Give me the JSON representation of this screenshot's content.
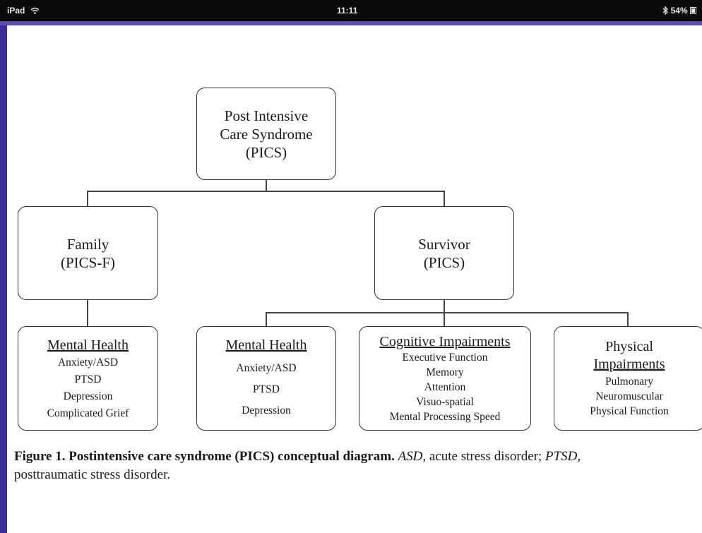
{
  "status_bar": {
    "device": "iPad",
    "wifi_icon": "wifi-icon",
    "time": "11:11",
    "battery": "54%",
    "bluetooth_icon": "bluetooth-icon",
    "battery_icon": "battery-icon"
  },
  "diagram": {
    "root": {
      "line1": "Post Intensive",
      "line2": "Care Syndrome",
      "line3": "(PICS)"
    },
    "family": {
      "line1": "Family",
      "line2": "(PICS-F)"
    },
    "survivor": {
      "line1": "Survivor",
      "line2": "(PICS)"
    },
    "family_mental": {
      "heading": "Mental Health",
      "items": [
        "Anxiety/ASD",
        "PTSD",
        "Depression",
        "Complicated Grief"
      ]
    },
    "survivor_mental": {
      "heading": "Mental Health",
      "items": [
        "Anxiety/ASD",
        "PTSD",
        "Depression"
      ]
    },
    "cognitive": {
      "heading": "Cognitive Impairments",
      "items": [
        "Executive Function",
        "Memory",
        "Attention",
        "Visuo-spatial",
        "Mental Processing Speed"
      ]
    },
    "physical": {
      "heading_line1": "Physical",
      "heading_line2": "Impairments",
      "items": [
        "Pulmonary",
        "Neuromuscular",
        "Physical Function"
      ]
    }
  },
  "caption": {
    "label": "Figure 1. Postintensive care syndrome (PICS) conceptual diagram.",
    "abbr1": "ASD,",
    "def1": " acute stress disorder; ",
    "abbr2": "PTSD,",
    "def2": "posttraumatic stress disorder."
  }
}
